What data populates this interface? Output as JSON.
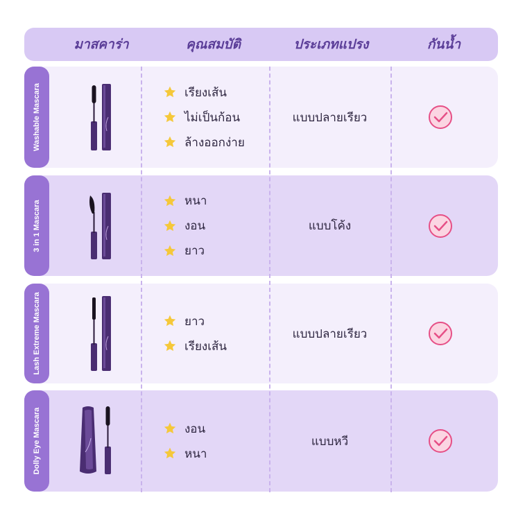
{
  "header": {
    "col_product": "มาสคาร่า",
    "col_features": "คุณสมบัติ",
    "col_brush": "ประเภทแปรง",
    "col_waterproof": "กันน้ำ"
  },
  "colors": {
    "header_bg": "#d8c9f4",
    "header_text": "#5b3e98",
    "row_light": "#f4effc",
    "row_dark": "#e3d7f7",
    "side_label_bg": "#9873d4",
    "star": "#f5c83a",
    "check": "#e64f86",
    "check_fill": "#fbd5e2"
  },
  "rows": [
    {
      "name": "Washable Mascara",
      "features": [
        "เรียงเส้น",
        "ไม่เป็นก้อน",
        "ล้างออกง่าย"
      ],
      "brush": "แบบปลายเรียว",
      "waterproof_icon": "check-circle-icon"
    },
    {
      "name": "3 in 1 Mascara",
      "features": [
        "หนา",
        "งอน",
        "ยาว"
      ],
      "brush": "แบบโค้ง",
      "waterproof_icon": "check-circle-icon"
    },
    {
      "name": "Lash Extreme Mascara",
      "features": [
        "ยาว",
        "เรียงเส้น"
      ],
      "brush": "แบบปลายเรียว",
      "waterproof_icon": "check-circle-icon"
    },
    {
      "name": "Dolly Eye Mascara",
      "features": [
        "งอน",
        "หนา"
      ],
      "brush": "แบบหวี",
      "waterproof_icon": "check-circle-icon"
    }
  ]
}
